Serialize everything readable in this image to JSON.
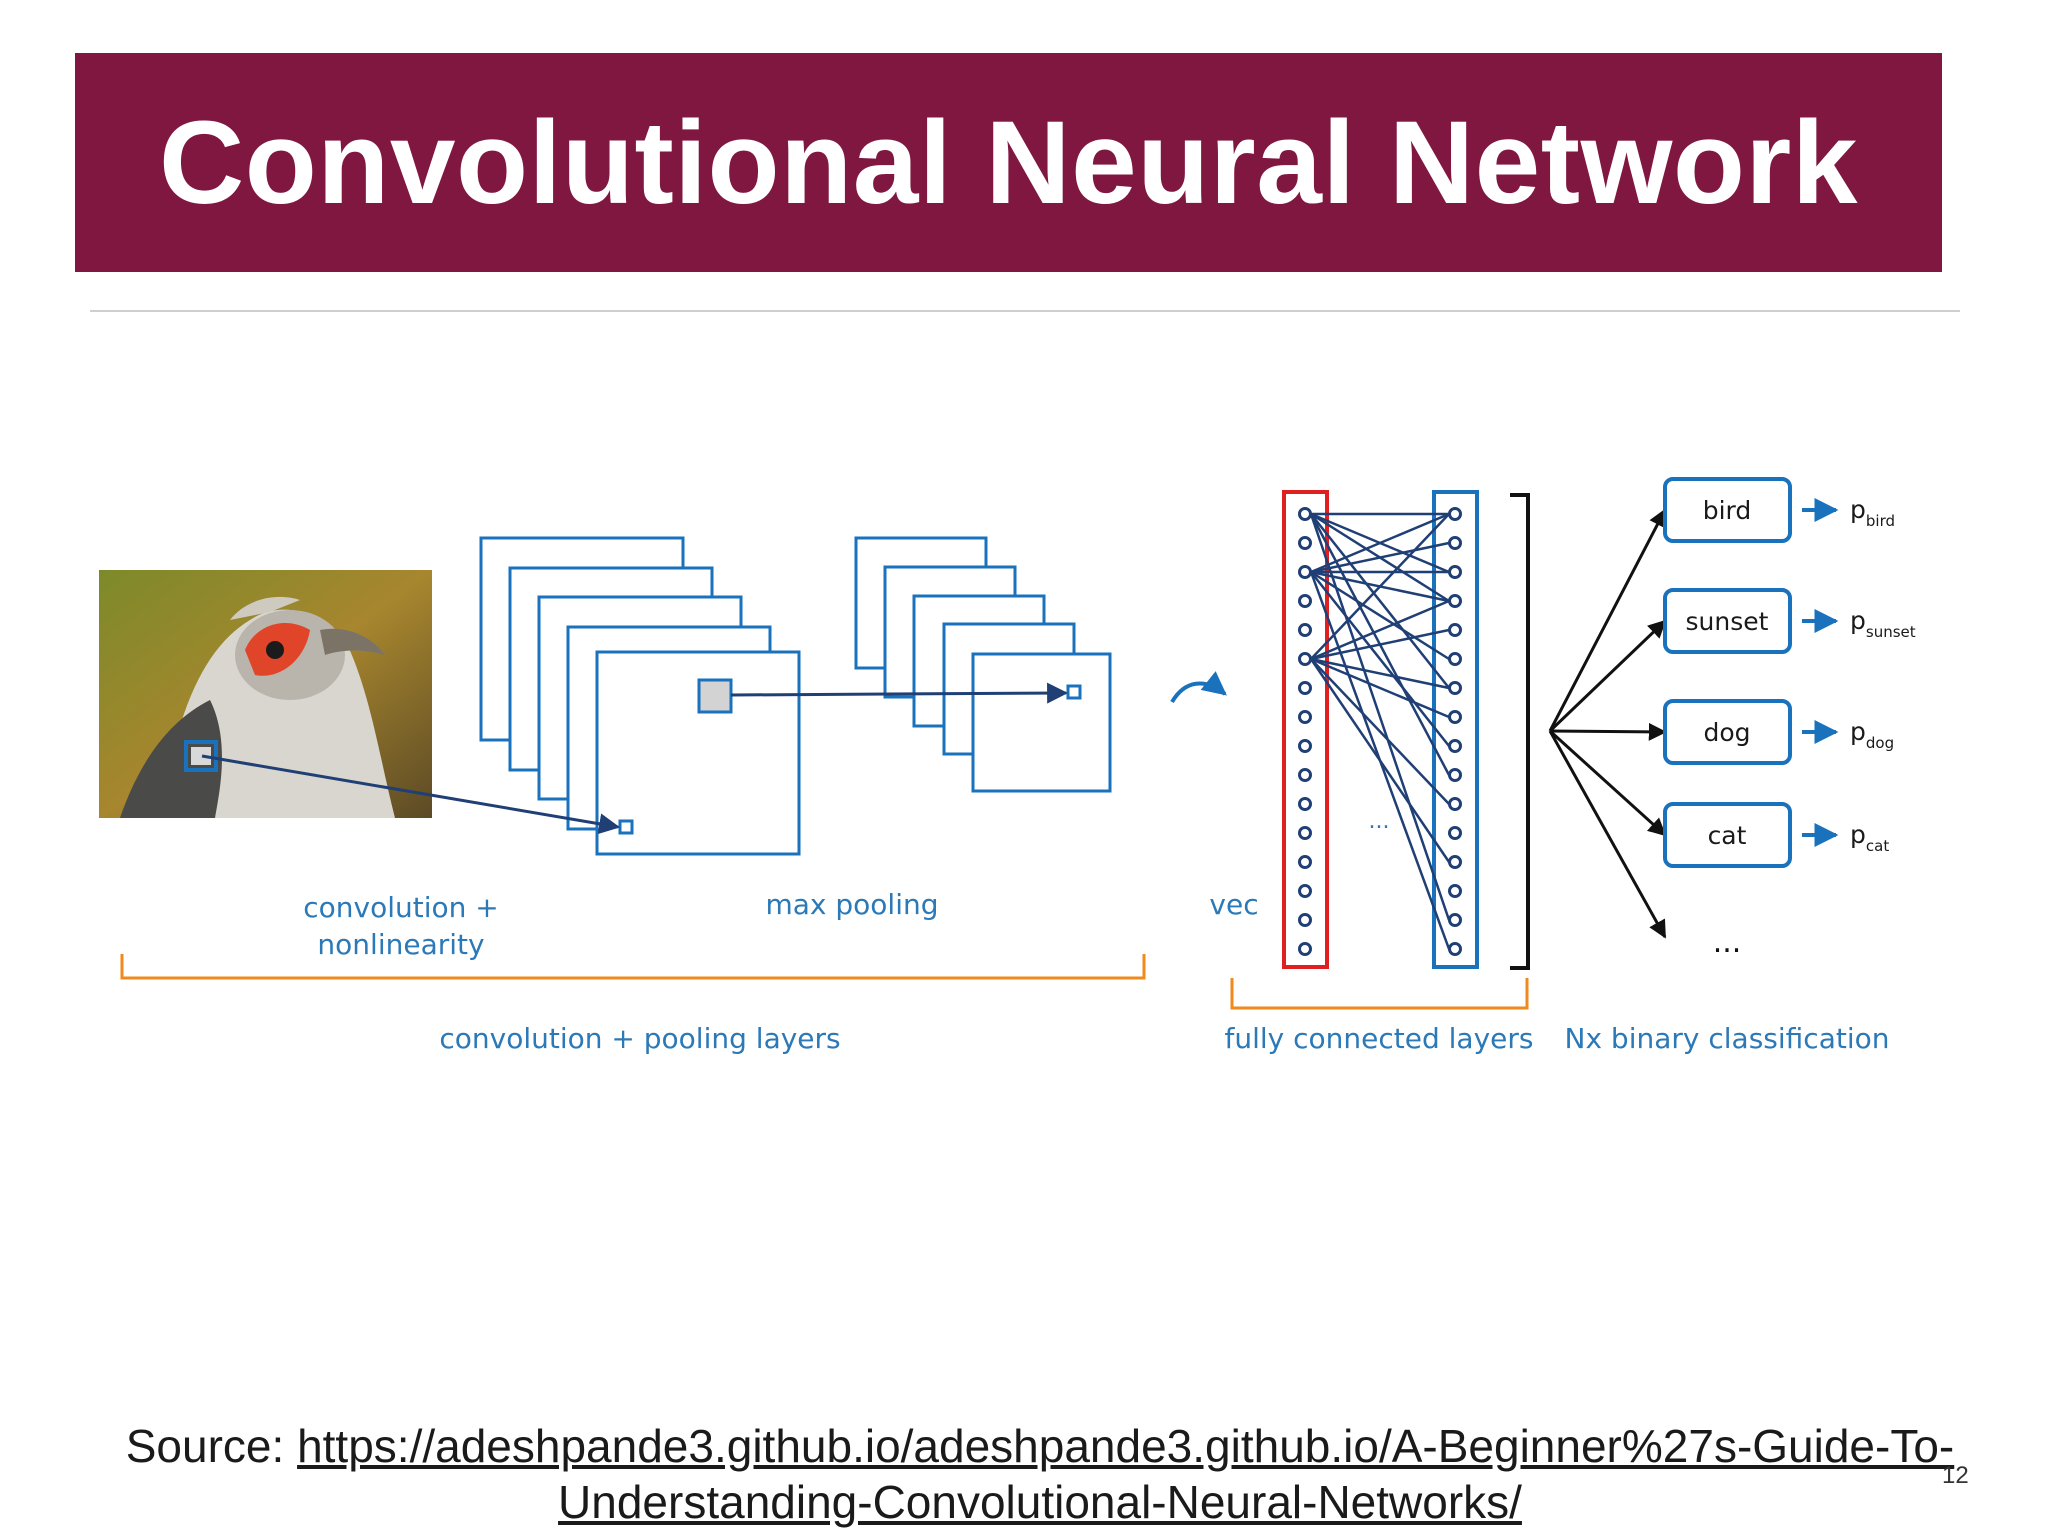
{
  "slide": {
    "title": "Convolutional Neural Network",
    "page_number": "12"
  },
  "source": {
    "prefix": "Source:",
    "link_line1": "https://adeshpande3.github.io/adeshpande3.github.io/A-Beginner%27s-Guide-To-",
    "link_line2": "Understanding-Convolutional-Neural-Networks/"
  },
  "diagram": {
    "labels": {
      "conv_line1": "convolution +",
      "conv_line2": "nonlinearity",
      "max_pooling": "max pooling",
      "vec": "vec",
      "ellipsis_middle": "...",
      "conv_pool_layers": "convolution + pooling layers",
      "fully_connected": "fully connected layers",
      "binary_classification": "Nx binary classification",
      "more_classes": "..."
    },
    "classes": [
      {
        "label": "bird",
        "prob": "p",
        "sub": "bird"
      },
      {
        "label": "sunset",
        "prob": "p",
        "sub": "sunset"
      },
      {
        "label": "dog",
        "prob": "p",
        "sub": "dog"
      },
      {
        "label": "cat",
        "prob": "p",
        "sub": "cat"
      }
    ],
    "colors": {
      "blue": "#1a72bd",
      "dark_blue": "#1f3f75",
      "orange": "#f08a1c",
      "red": "#e02020",
      "label_blue": "#2c79b8"
    }
  }
}
